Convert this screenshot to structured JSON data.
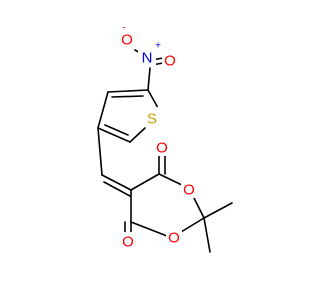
{
  "molecule": {
    "atoms": {
      "nitro_O_minus": {
        "symbol": "O",
        "charge": "-",
        "color": "#ff0000"
      },
      "nitro_N": {
        "symbol": "N",
        "charge": "+",
        "color": "#0000ff"
      },
      "nitro_O_double": {
        "symbol": "O",
        "color": "#ff0000"
      },
      "thiophene_S": {
        "symbol": "S",
        "color": "#c8a000"
      },
      "ring_O_upper": {
        "symbol": "O",
        "color": "#ff0000"
      },
      "ring_O_lower": {
        "symbol": "O",
        "color": "#ff0000"
      },
      "carbonyl_O_upper": {
        "symbol": "O",
        "color": "#ff0000"
      },
      "carbonyl_O_lower": {
        "symbol": "O",
        "color": "#ff0000"
      }
    },
    "bond_color": "#000000"
  }
}
